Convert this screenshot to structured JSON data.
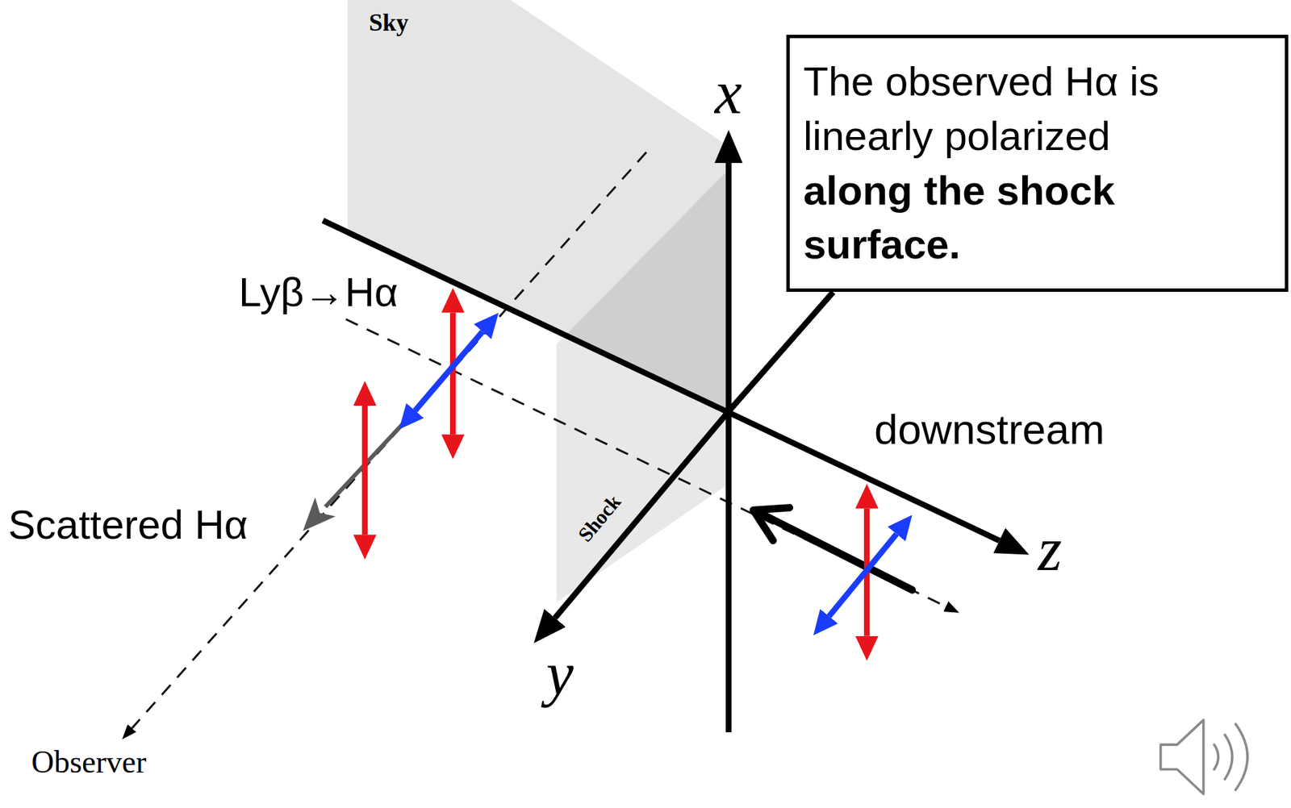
{
  "diagram": {
    "nodes": [
      {
        "text": [
          "The observed Hα is linearly polarized",
          "along the shock surface."
        ]
      }
    ],
    "labels": [
      "Sky",
      "Shock",
      "x",
      "y",
      "z",
      "Lyβ→Hα",
      "Scattered Hα",
      "downstream",
      "Observer"
    ]
  }
}
